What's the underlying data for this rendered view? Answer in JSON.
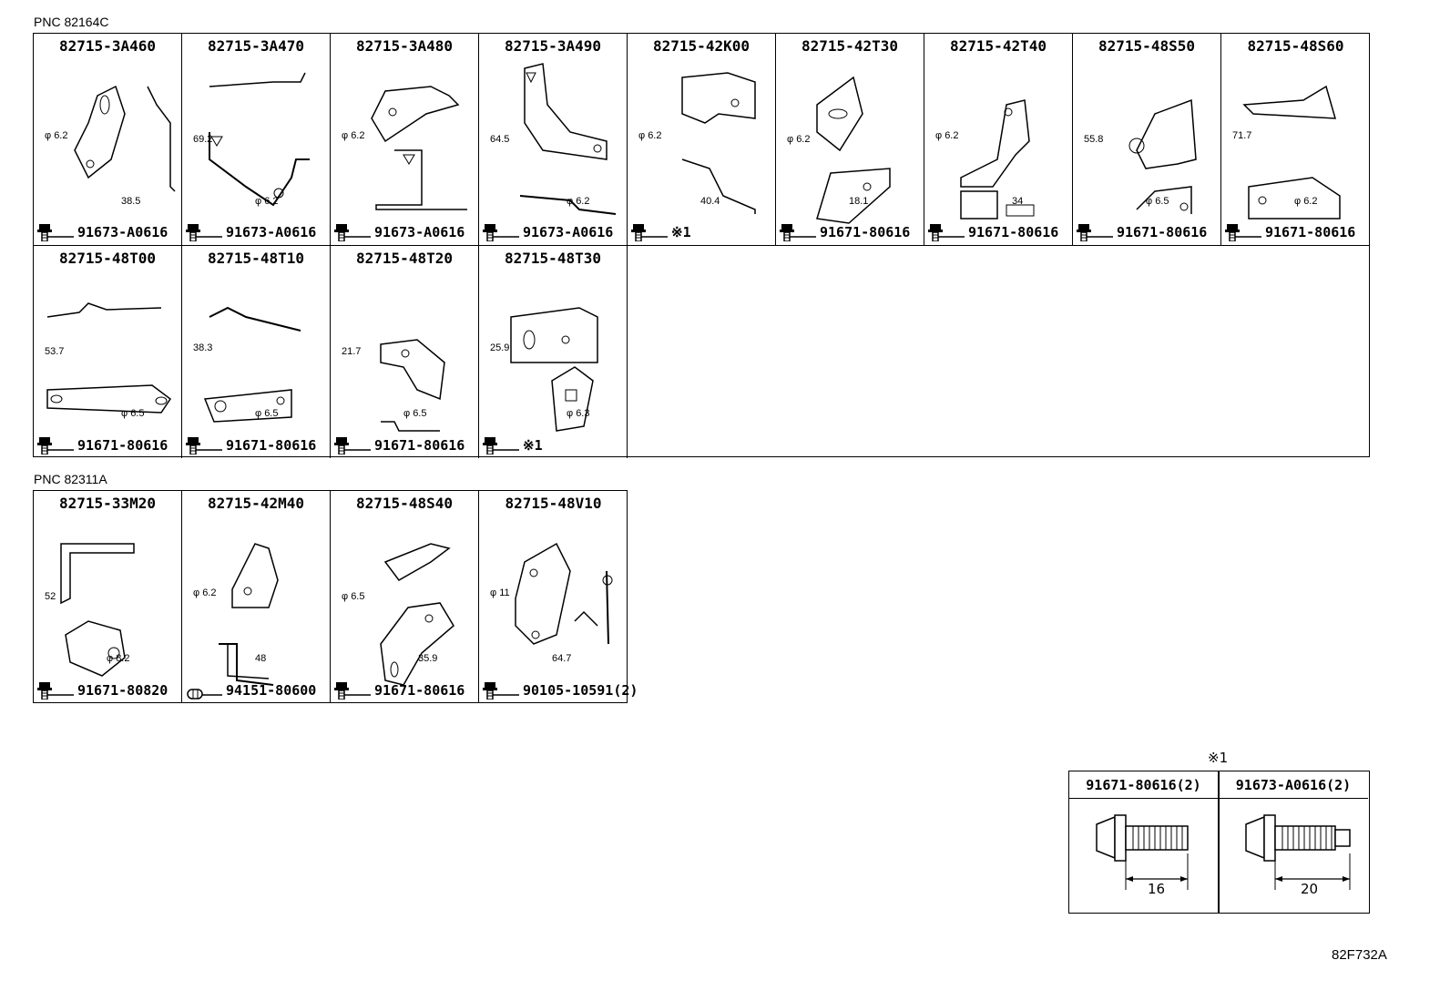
{
  "sections": [
    {
      "pnc": "PNC 82164C",
      "rows": [
        [
          {
            "part": "82715-3A460",
            "bolt": "91673-A0616",
            "dims": [
              "φ 6.2",
              "38.5"
            ]
          },
          {
            "part": "82715-3A470",
            "bolt": "91673-A0616",
            "dims": [
              "69.2",
              "φ 6.2"
            ]
          },
          {
            "part": "82715-3A480",
            "bolt": "91673-A0616",
            "dims": [
              "φ 6.2"
            ]
          },
          {
            "part": "82715-3A490",
            "bolt": "91673-A0616",
            "dims": [
              "64.5",
              "φ 6.2"
            ]
          },
          {
            "part": "82715-42K00",
            "bolt": "※1",
            "dims": [
              "φ 6.2",
              "40.4"
            ]
          },
          {
            "part": "82715-42T30",
            "bolt": "91671-80616",
            "dims": [
              "φ 6.2",
              "18.1"
            ]
          },
          {
            "part": "82715-42T40",
            "bolt": "91671-80616",
            "dims": [
              "φ 6.2",
              "34"
            ]
          },
          {
            "part": "82715-48S50",
            "bolt": "91671-80616",
            "dims": [
              "55.8",
              "φ 6.5"
            ]
          },
          {
            "part": "82715-48S60",
            "bolt": "91671-80616",
            "dims": [
              "71.7",
              "φ 6.2"
            ]
          }
        ],
        [
          {
            "part": "82715-48T00",
            "bolt": "91671-80616",
            "dims": [
              "53.7",
              "φ 6.5"
            ]
          },
          {
            "part": "82715-48T10",
            "bolt": "91671-80616",
            "dims": [
              "38.3",
              "φ 6.5"
            ]
          },
          {
            "part": "82715-48T20",
            "bolt": "91671-80616",
            "dims": [
              "21.7",
              "φ 6.5"
            ]
          },
          {
            "part": "82715-48T30",
            "bolt": "※1",
            "dims": [
              "25.9",
              "φ 6.3"
            ]
          }
        ]
      ]
    },
    {
      "pnc": "PNC 82311A",
      "rows": [
        [
          {
            "part": "82715-33M20",
            "bolt": "91671-80820",
            "dims": [
              "52",
              "φ 8.2"
            ]
          },
          {
            "part": "82715-42M40",
            "bolt": "94151-80600",
            "dims": [
              "φ 6.2",
              "48"
            ]
          },
          {
            "part": "82715-48S40",
            "bolt": "91671-80616",
            "dims": [
              "φ 6.5",
              "35.9"
            ]
          },
          {
            "part": "82715-48V10",
            "bolt": "90105-10591(2)",
            "dims": [
              "φ 11",
              "64.7"
            ]
          }
        ]
      ]
    }
  ],
  "legend": {
    "mark": "※1",
    "items": [
      {
        "part": "91671-80616(2)",
        "length": "16"
      },
      {
        "part": "91673-A0616(2)",
        "length": "20"
      }
    ]
  },
  "reference": "82F732A"
}
